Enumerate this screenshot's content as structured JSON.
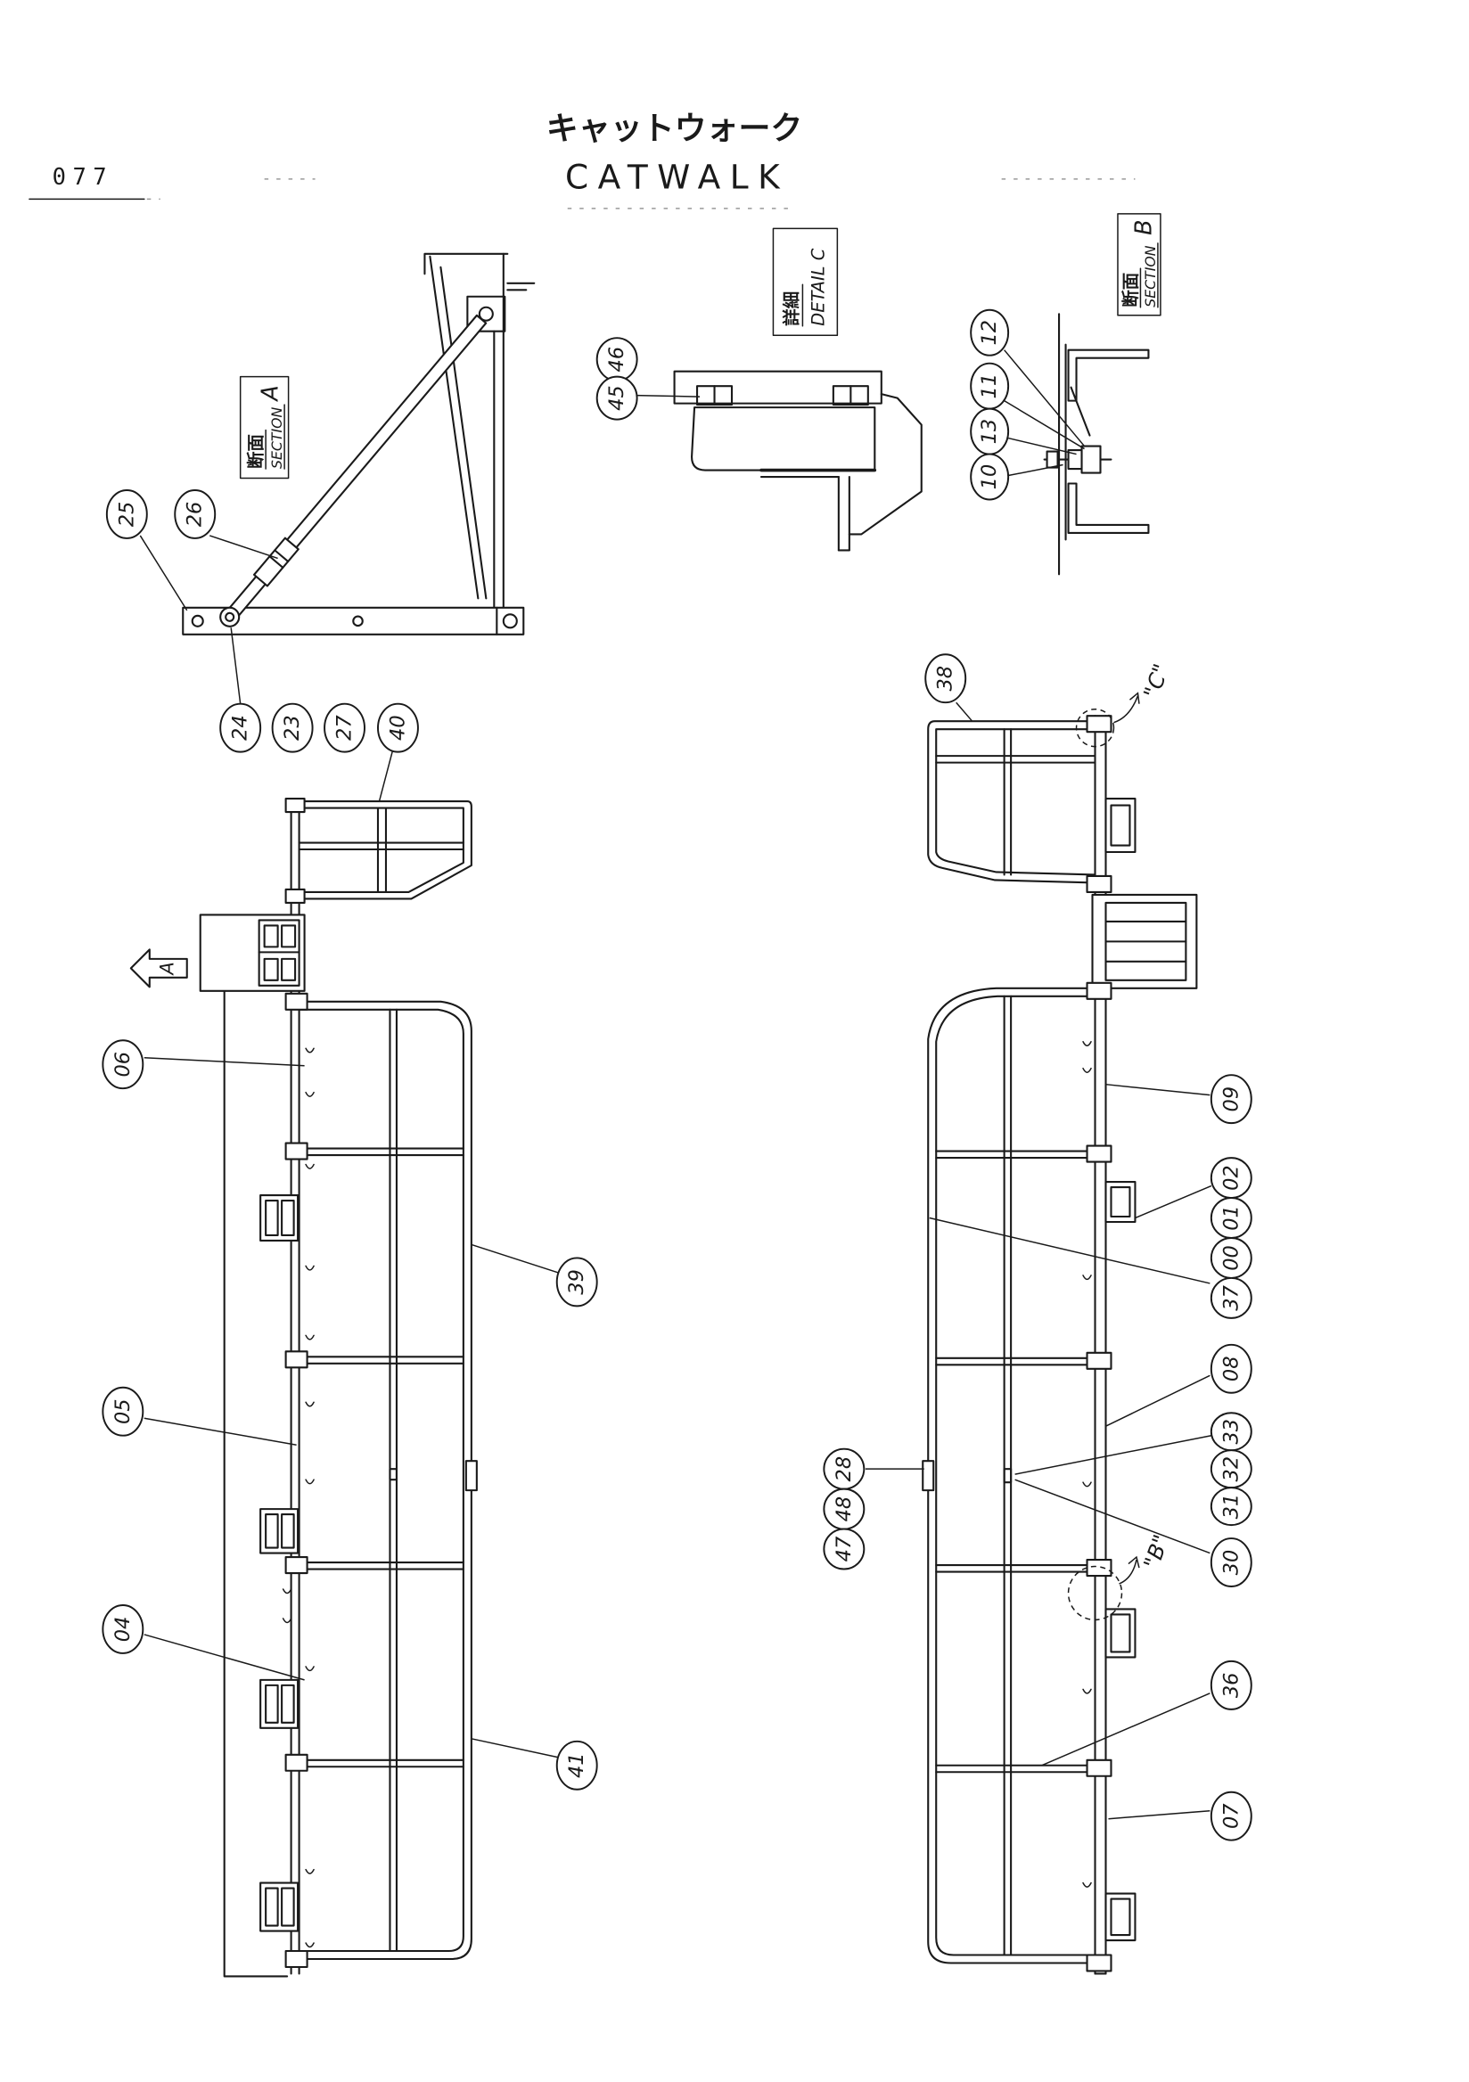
{
  "page": {
    "number": "077",
    "title_jp": "キャットウォーク",
    "title_en": "CATWALK"
  },
  "section_a": {
    "label_jp": "断面",
    "label_en": "SECTION",
    "label_letter": "A",
    "callouts": [
      "25",
      "26",
      "24",
      "23",
      "27"
    ]
  },
  "detail_c": {
    "label_jp": "詳細",
    "label_en": "DETAIL C",
    "callouts": [
      "46",
      "45"
    ]
  },
  "section_b": {
    "label_jp": "断面",
    "label_en": "SECTION",
    "label_letter": "B",
    "callouts": [
      "12",
      "11",
      "13",
      "10"
    ]
  },
  "left_assembly": {
    "view_arrow": "A",
    "callouts": [
      "40",
      "06",
      "05",
      "04",
      "39",
      "41"
    ]
  },
  "right_assembly": {
    "detail_c_marker": "\"C\"",
    "detail_b_marker": "\"B\"",
    "callouts": [
      "38",
      "09",
      "02",
      "01",
      "00",
      "37",
      "08",
      "33",
      "32",
      "31",
      "30",
      "28",
      "48",
      "47",
      "36",
      "07"
    ]
  },
  "colors": {
    "ink": "#1a1a1a",
    "paper": "#ffffff"
  }
}
